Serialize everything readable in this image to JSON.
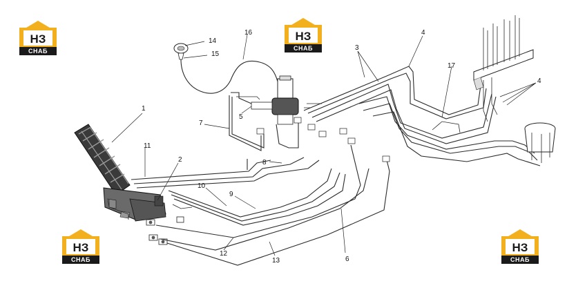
{
  "logos": [
    {
      "letters": "НЗ",
      "sub": "СНАБ"
    },
    {
      "letters": "НЗ",
      "sub": "СНАБ"
    },
    {
      "letters": "НЗ",
      "sub": "СНАБ"
    },
    {
      "letters": "НЗ",
      "sub": "СНАБ"
    }
  ],
  "callouts": [
    "1",
    "2",
    "3",
    "4",
    "4",
    "5",
    "6",
    "7",
    "8",
    "9",
    "10",
    "11",
    "12",
    "13",
    "14",
    "15",
    "16",
    "17"
  ],
  "colors": {
    "logo_yellow": "#f2b01e",
    "logo_black": "#1a1a1a",
    "line": "#2a2a2a"
  }
}
